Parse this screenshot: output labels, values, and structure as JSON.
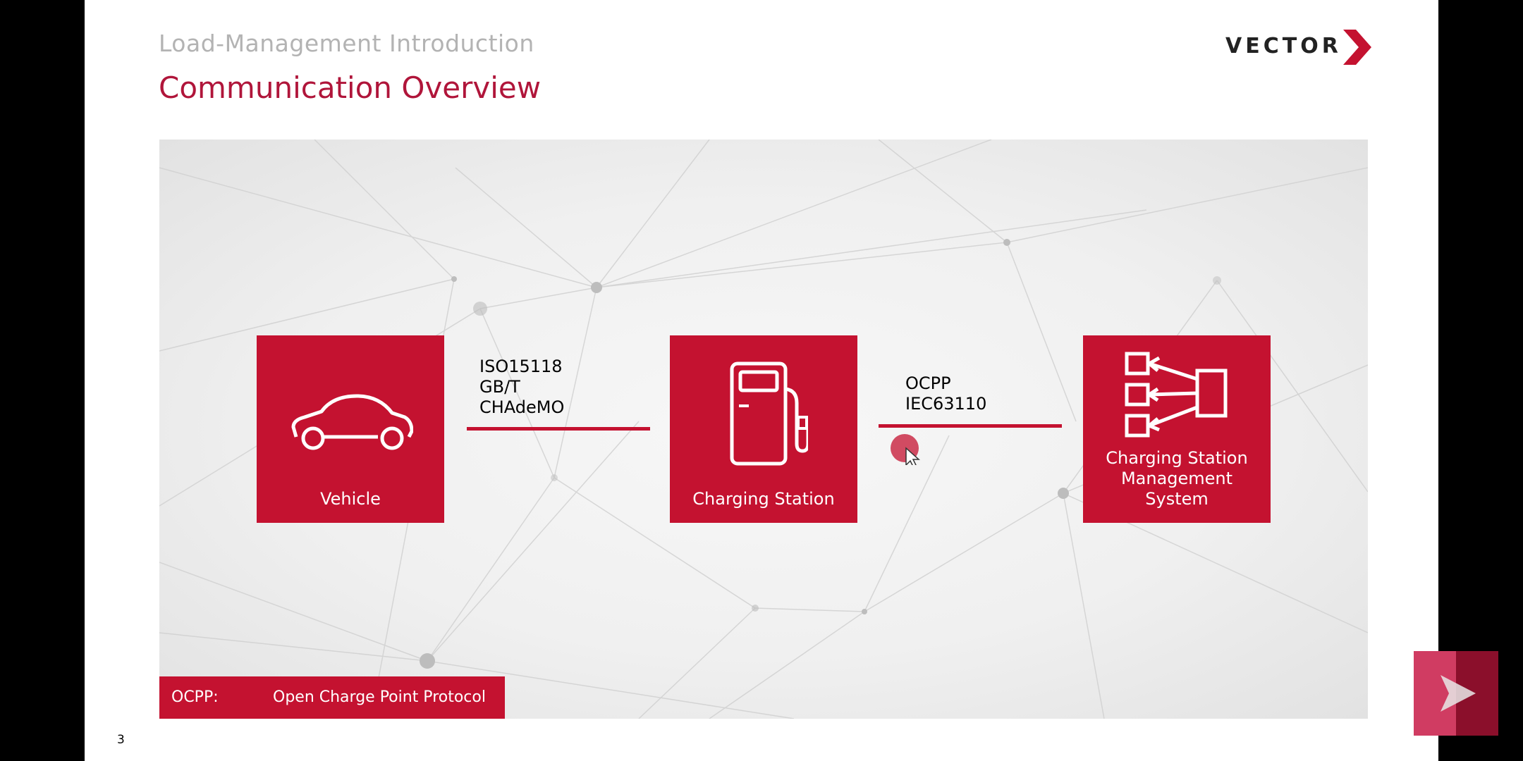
{
  "slide": {
    "subtitle": "Load-Management Introduction",
    "title": "Communication Overview",
    "page_number": "3"
  },
  "logo": {
    "text": "VECTOR",
    "icon": "chevron-right-icon"
  },
  "boxes": {
    "vehicle": {
      "label": "Vehicle",
      "icon": "car-icon"
    },
    "charging_station": {
      "label": "Charging Station",
      "icon": "fuel-pump-icon"
    },
    "csms": {
      "label_lines": [
        "Charging Station",
        "Management",
        "System"
      ],
      "icon": "hierarchy-icon"
    }
  },
  "links": {
    "vehicle_station": {
      "protocols": [
        "ISO15118",
        "GB/T",
        "CHAdeMO"
      ]
    },
    "station_csms": {
      "protocols": [
        "OCPP",
        "IEC63110"
      ]
    }
  },
  "legend": {
    "term": "OCPP:",
    "definition": "Open Charge Point Protocol"
  },
  "colors": {
    "accent": "#c41230",
    "subtitle": "#b3b3b3",
    "title": "#b0153a"
  },
  "navigation": {
    "next_icon": "next-arrow-icon"
  }
}
